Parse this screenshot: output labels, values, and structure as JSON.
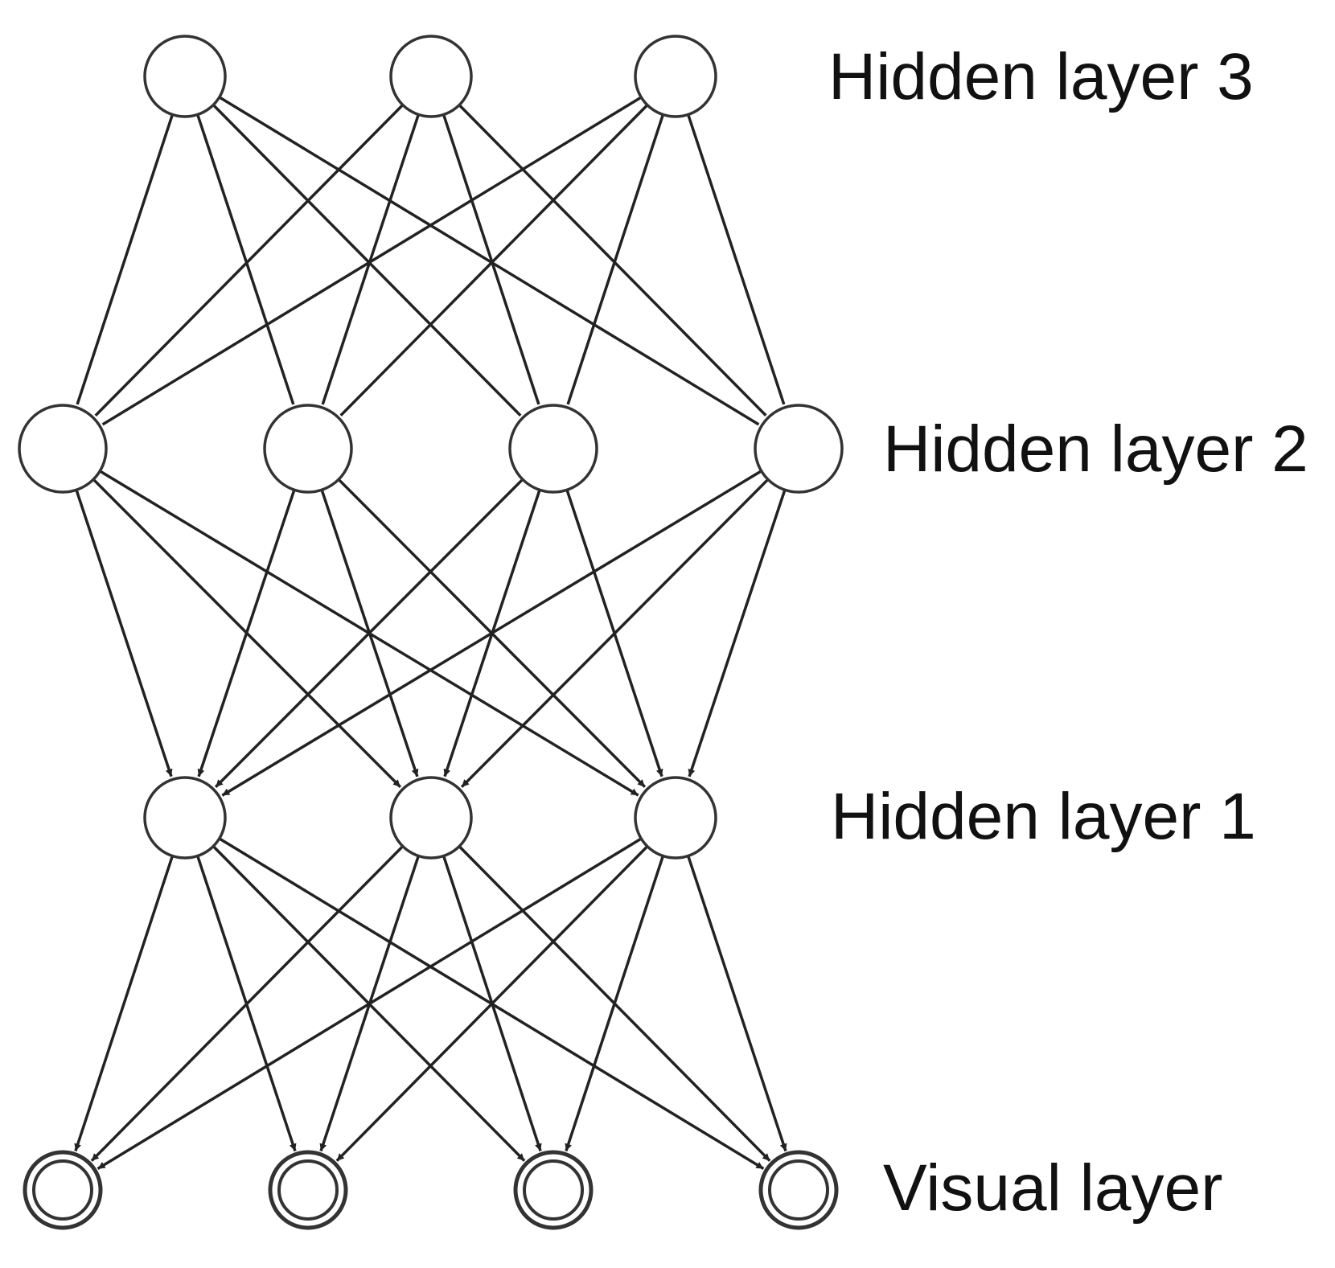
{
  "layers": [
    {
      "id": "h3",
      "label": "Hidden layer 3",
      "node_count": 3
    },
    {
      "id": "h2",
      "label": "Hidden layer 2",
      "node_count": 4
    },
    {
      "id": "h1",
      "label": "Hidden layer 1",
      "node_count": 3
    },
    {
      "id": "v",
      "label": "Visual layer",
      "node_count": 4
    }
  ],
  "connections": [
    {
      "from": "h3",
      "to": "h2",
      "arrow": false
    },
    {
      "from": "h2",
      "to": "h1",
      "arrow": true
    },
    {
      "from": "h1",
      "to": "v",
      "arrow": true
    }
  ],
  "colors": {
    "line": "#222222",
    "node_stroke": "#333333",
    "node_fill": "#ffffff",
    "text": "#111111"
  }
}
